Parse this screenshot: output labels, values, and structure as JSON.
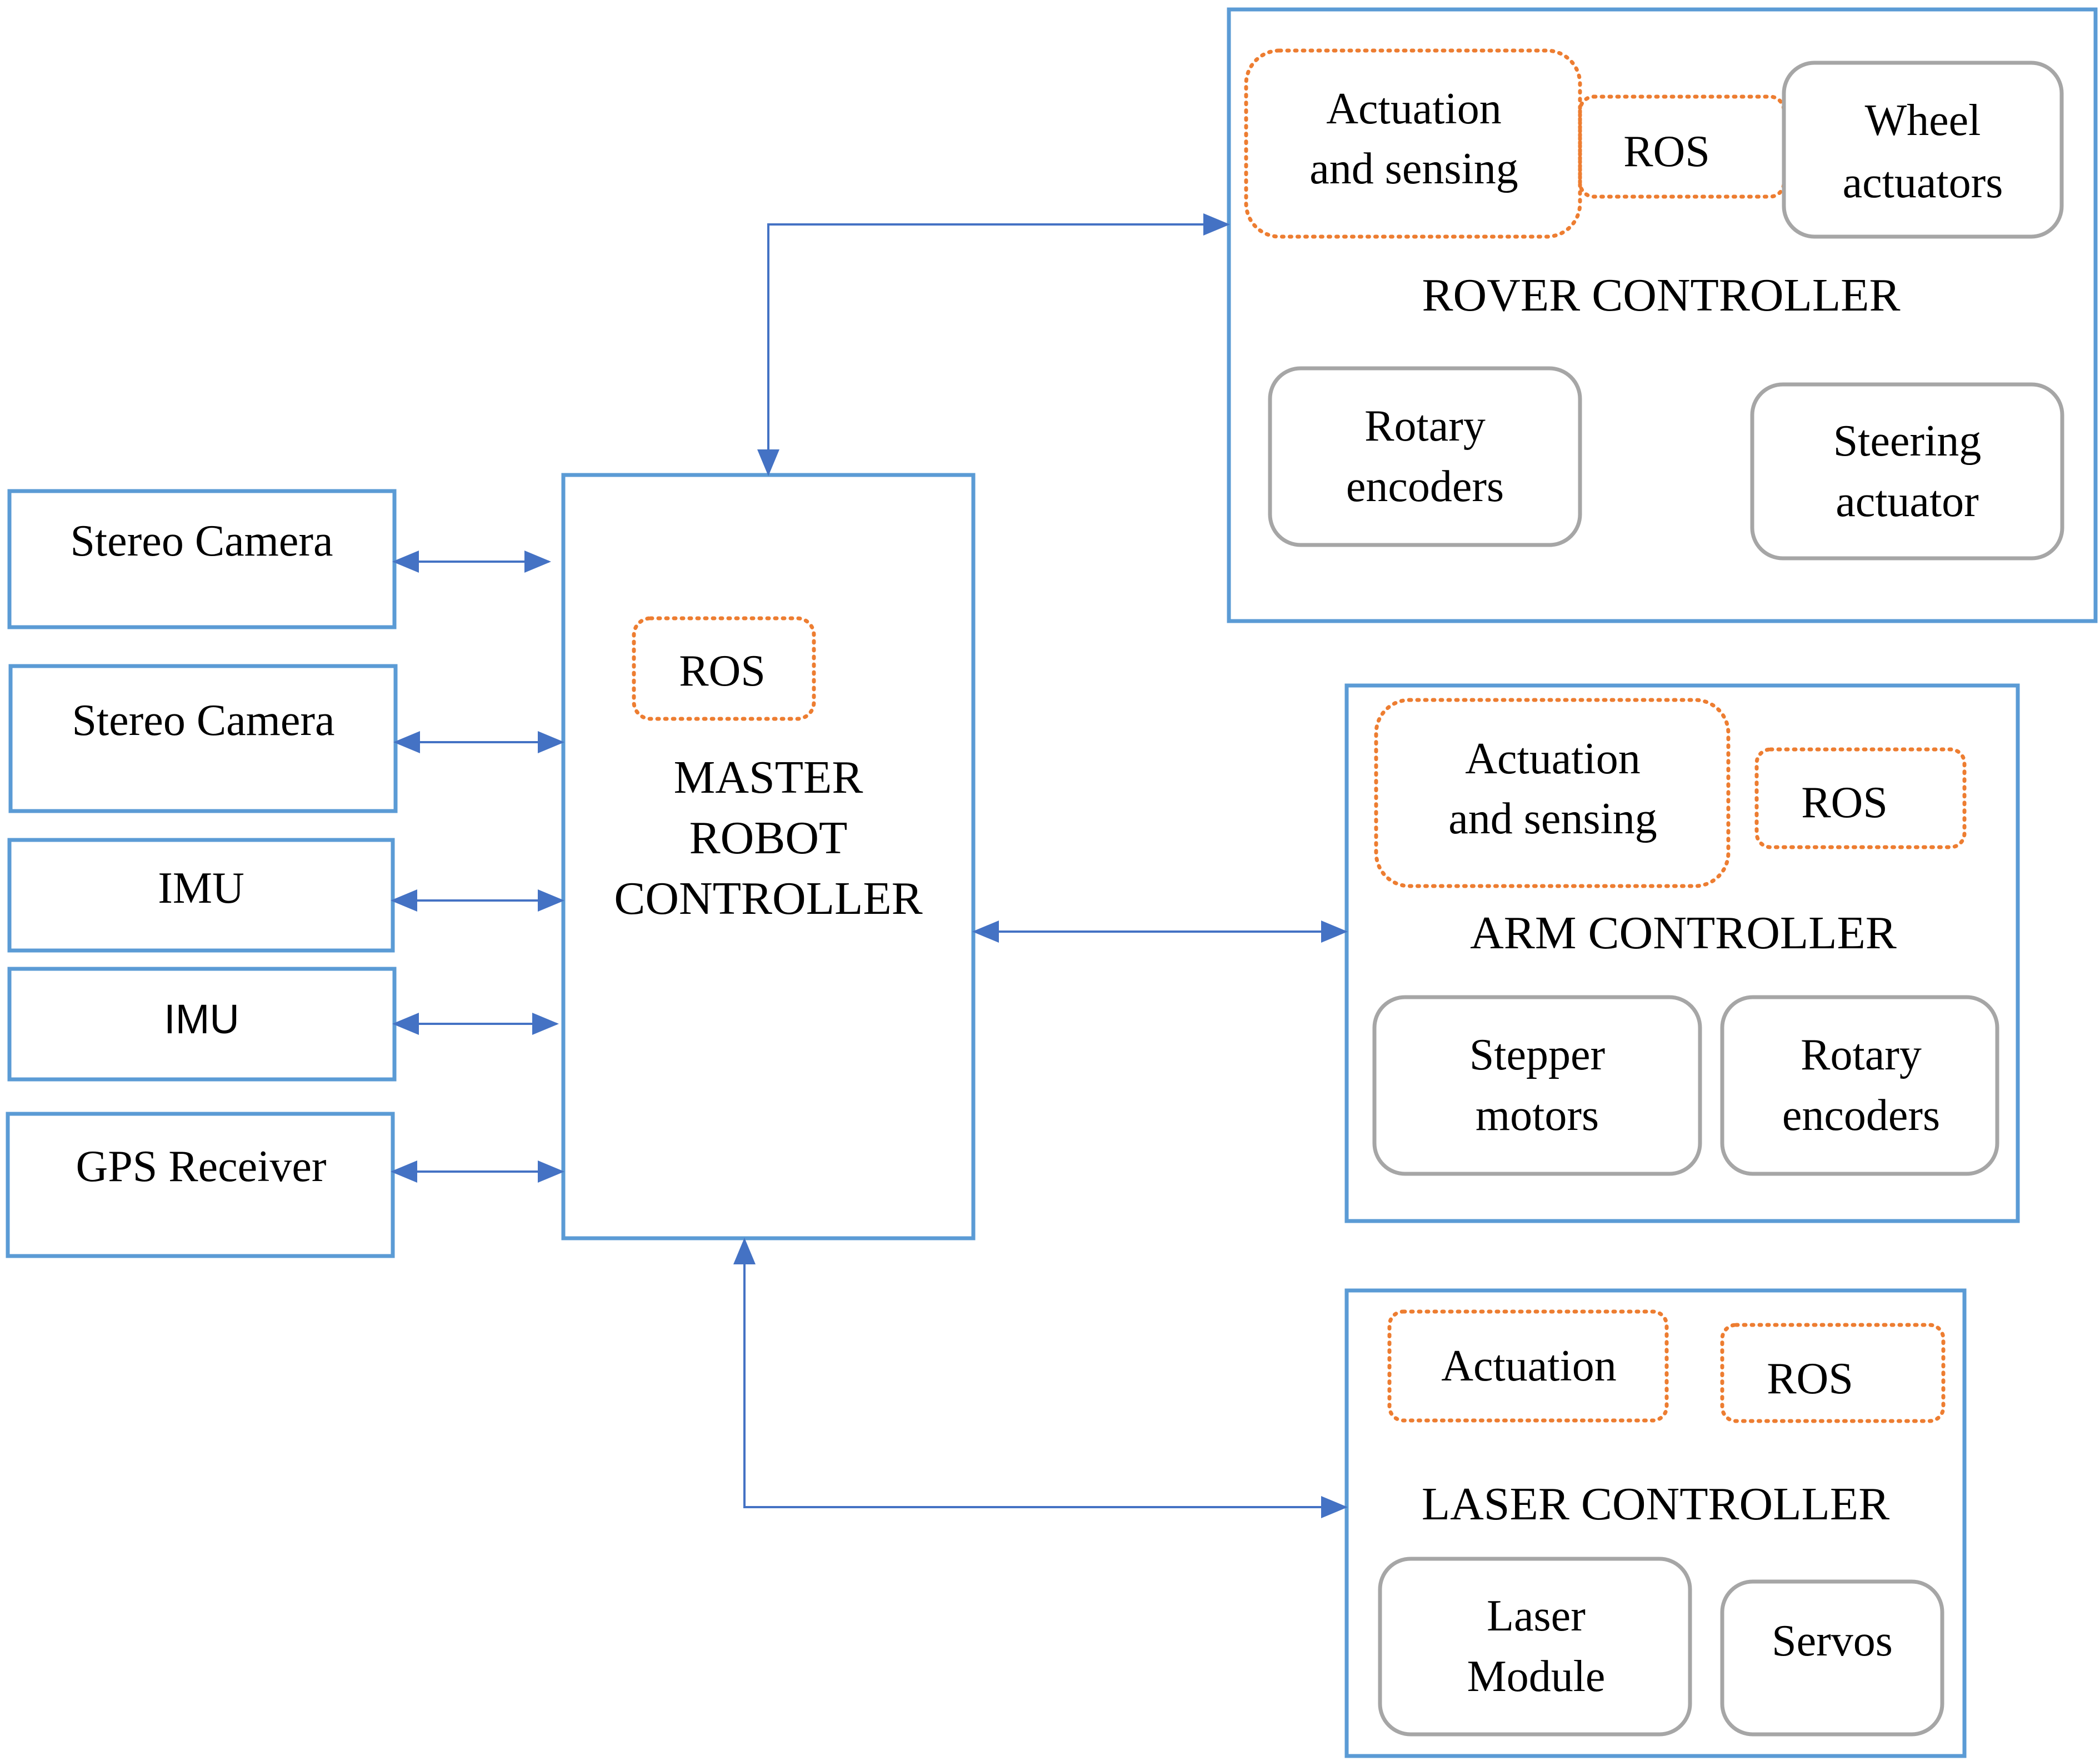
{
  "colors": {
    "box_border": "#5b9bd5",
    "inner_box_border": "#a6a6a6",
    "ros_dotted_border": "#ed7d31",
    "arrow": "#4472c4",
    "text": "#000000"
  },
  "sensors": {
    "stereo_camera_1": "Stereo Camera",
    "stereo_camera_2": "Stereo Camera",
    "imu_1": "IMU",
    "imu_2": "IMU",
    "gps": "GPS Receiver"
  },
  "master": {
    "ros": "ROS",
    "title_line1": "MASTER",
    "title_line2": "ROBOT",
    "title_line3": "CONTROLLER"
  },
  "rover": {
    "actuation_line1": "Actuation",
    "actuation_line2": "and sensing",
    "ros": "ROS",
    "wheel_line1": "Wheel",
    "wheel_line2": "actuators",
    "title": "ROVER CONTROLLER",
    "encoders_line1": "Rotary",
    "encoders_line2": "encoders",
    "steering_line1": "Steering",
    "steering_line2": "actuator"
  },
  "arm": {
    "actuation_line1": "Actuation",
    "actuation_line2": "and sensing",
    "ros": "ROS",
    "title": "ARM CONTROLLER",
    "stepper_line1": "Stepper",
    "stepper_line2": "motors",
    "encoders_line1": "Rotary",
    "encoders_line2": "encoders"
  },
  "laser": {
    "actuation": "Actuation",
    "ros": "ROS",
    "title": "LASER CONTROLLER",
    "module_line1": "Laser",
    "module_line2": "Module",
    "servos": "Servos"
  }
}
